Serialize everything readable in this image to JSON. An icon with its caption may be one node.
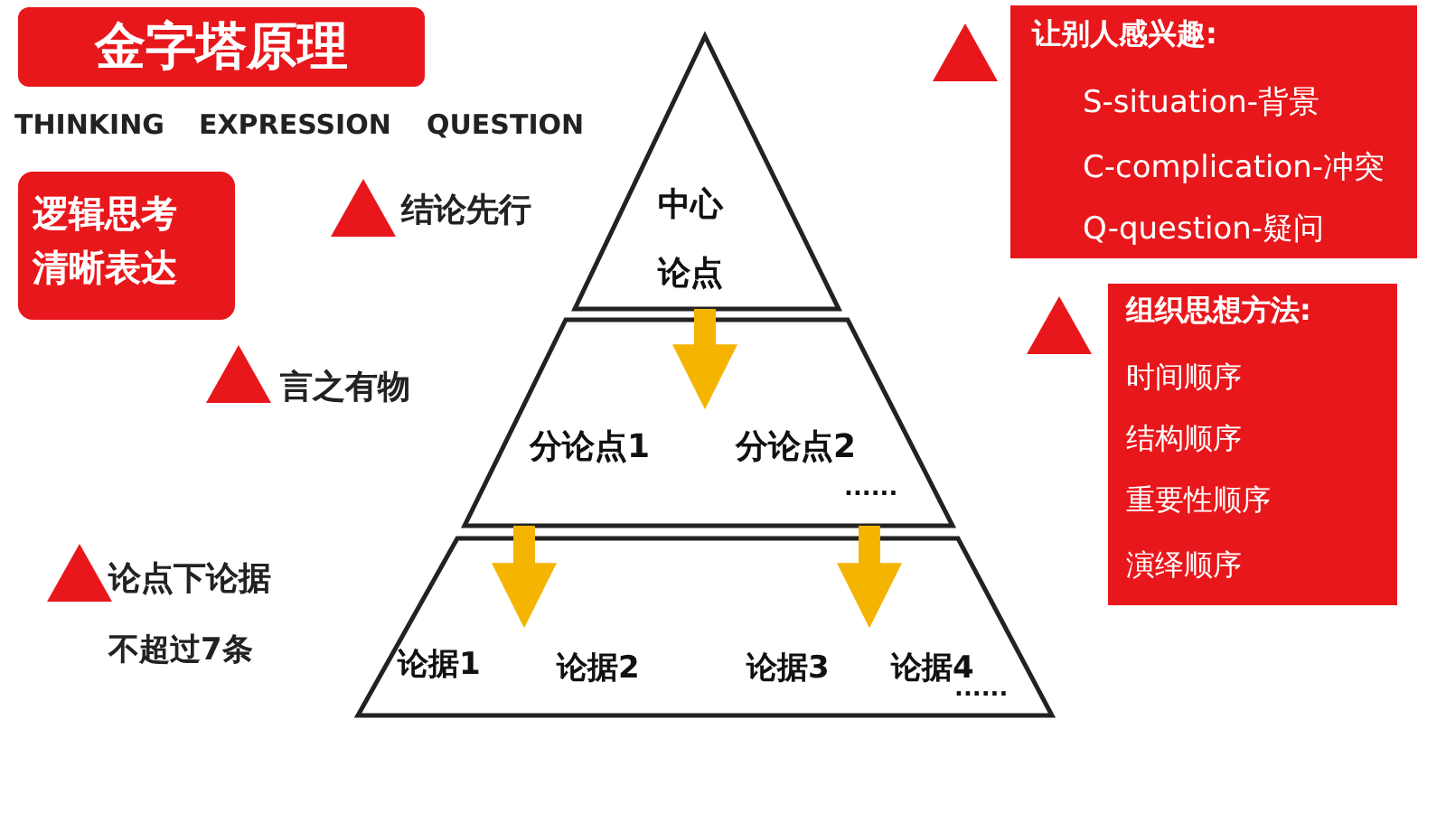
{
  "diagram": {
    "title": "金字塔原理",
    "nodes": [
      {
        "text": [
          "逻辑思考清晰表达"
        ]
      },
      {
        "text": [
          "中心论点"
        ]
      },
      {
        "text": [
          "分论点1",
          "分论点2",
          "......"
        ]
      },
      {
        "text": [
          "论据1",
          "论据2",
          "论据3",
          "论据4",
          "......"
        ]
      },
      {
        "text": [
          "让别人感兴趣:",
          "S-situation-背景",
          "C-complication-冲突",
          "Q-question-疑问"
        ]
      },
      {
        "text": [
          "组织思想方法:",
          "时间顺序",
          "结构顺序",
          "重要性顺序",
          "演绎顺序"
        ]
      }
    ],
    "edges": [
      {
        "from": 1,
        "to": 2,
        "arrow": "to"
      },
      {
        "from": 2,
        "to": 3,
        "arrow": "to"
      },
      {
        "from": 2,
        "to": 3,
        "arrow": "to"
      }
    ],
    "labels": [
      "THINKING",
      "EXPRESSION",
      "QUESTION",
      "结论先行",
      "言之有物",
      "论点下论据",
      "不超过7条"
    ]
  }
}
